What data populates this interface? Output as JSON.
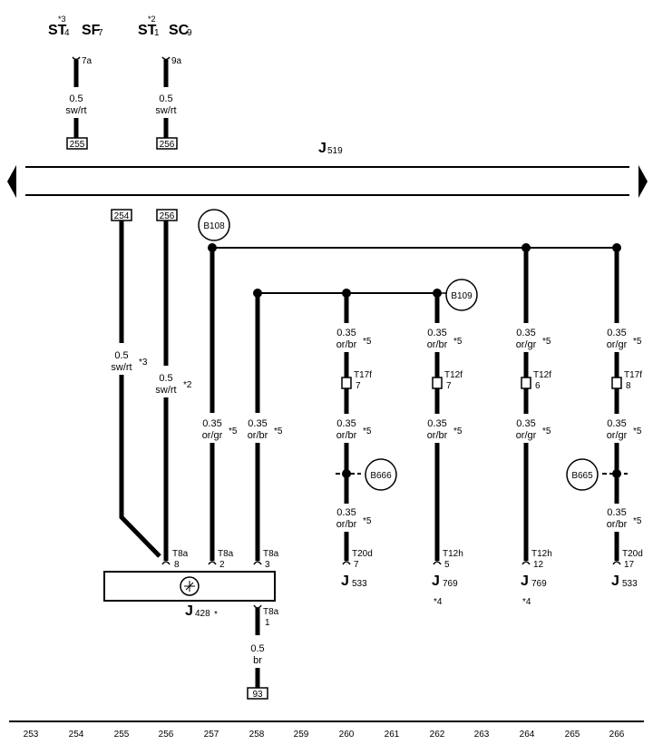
{
  "top_components": [
    {
      "name": "ST",
      "sub": "4",
      "sup": "*3"
    },
    {
      "name": "SF",
      "sub": "7"
    },
    {
      "name": "ST",
      "sub": "1",
      "sup": "*2"
    },
    {
      "name": "SC",
      "sub": "9"
    }
  ],
  "top_pins": [
    "7a",
    "9a"
  ],
  "wire_labels": {
    "w05_swrt": [
      "0.5",
      "sw/rt"
    ],
    "w035_orbr": [
      "0.35",
      "or/br"
    ],
    "w035_orgr": [
      "0.35",
      "or/gr"
    ],
    "w05_br": [
      "0.5",
      "br"
    ]
  },
  "refs": {
    "r255": "255",
    "r256": "256",
    "r254": "254",
    "r93": "93"
  },
  "j519": {
    "name": "J",
    "sub": "519"
  },
  "splices": [
    "B108",
    "B109",
    "B666",
    "B665"
  ],
  "notes": {
    "n5": "*5",
    "n3": "*3",
    "n2": "*2",
    "n4": "*4",
    "star": "*"
  },
  "connectors": {
    "t17f": "T17f",
    "t12f": "T12f",
    "p7": "7",
    "p6": "6",
    "p8": "8",
    "t8a": "T8a",
    "p8a_8": "8",
    "p8a_2": "2",
    "p8a_3": "3",
    "p8a_1": "1",
    "t20d": "T20d",
    "t12h": "T12h",
    "pb7": "7",
    "pb5": "5",
    "pb12": "12",
    "pb17": "17"
  },
  "bottom_components": [
    {
      "name": "J",
      "sub": "533"
    },
    {
      "name": "J",
      "sub": "769"
    },
    {
      "name": "J",
      "sub": "769"
    },
    {
      "name": "J",
      "sub": "533"
    }
  ],
  "j428": {
    "name": "J",
    "sub": "428"
  },
  "scale": [
    "253",
    "254",
    "255",
    "256",
    "257",
    "258",
    "259",
    "260",
    "261",
    "262",
    "263",
    "264",
    "265",
    "266"
  ]
}
